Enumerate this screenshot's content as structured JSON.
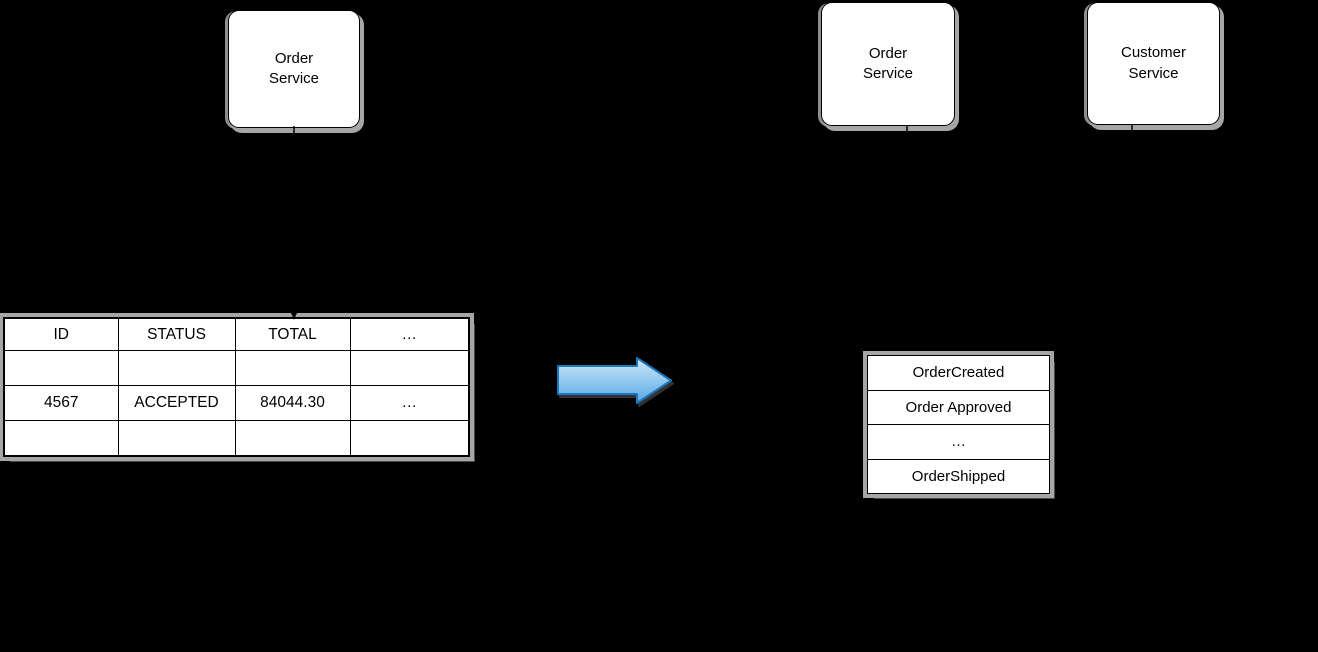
{
  "nodes": {
    "order_service_left": {
      "label": "Order\nService"
    },
    "order_service_right": {
      "label": "Order\nService"
    },
    "customer_service": {
      "label": "Customer\nService"
    }
  },
  "order_table": {
    "headers": [
      "ID",
      "STATUS",
      "TOTAL",
      "…"
    ],
    "rows": [
      [
        "",
        "",
        "",
        ""
      ],
      [
        "4567",
        "ACCEPTED",
        "84044.30",
        "…"
      ],
      [
        "",
        "",
        "",
        ""
      ]
    ]
  },
  "event_log": {
    "items": [
      "OrderCreated",
      "Order Approved",
      "…",
      "OrderShipped"
    ]
  },
  "arrow": {
    "direction": "right"
  },
  "connectors": [
    {
      "from": "order-service-left",
      "to": "order-table"
    },
    {
      "from": "order-service-right",
      "to": "event-log"
    },
    {
      "from": "customer-service",
      "to": "event-log"
    }
  ],
  "colors": {
    "background": "#000000",
    "node_fill": "#ffffff",
    "node_border": "#000000",
    "shadow_gray": "#a6a6a6",
    "shadow_dark": "#4a4a4a",
    "connector": "#000000",
    "arrow_fill_top": "#cde7f8",
    "arrow_fill_mid": "#8cc6f0",
    "arrow_fill_bottom": "#57a7e2",
    "arrow_stroke": "#1b76ba"
  }
}
